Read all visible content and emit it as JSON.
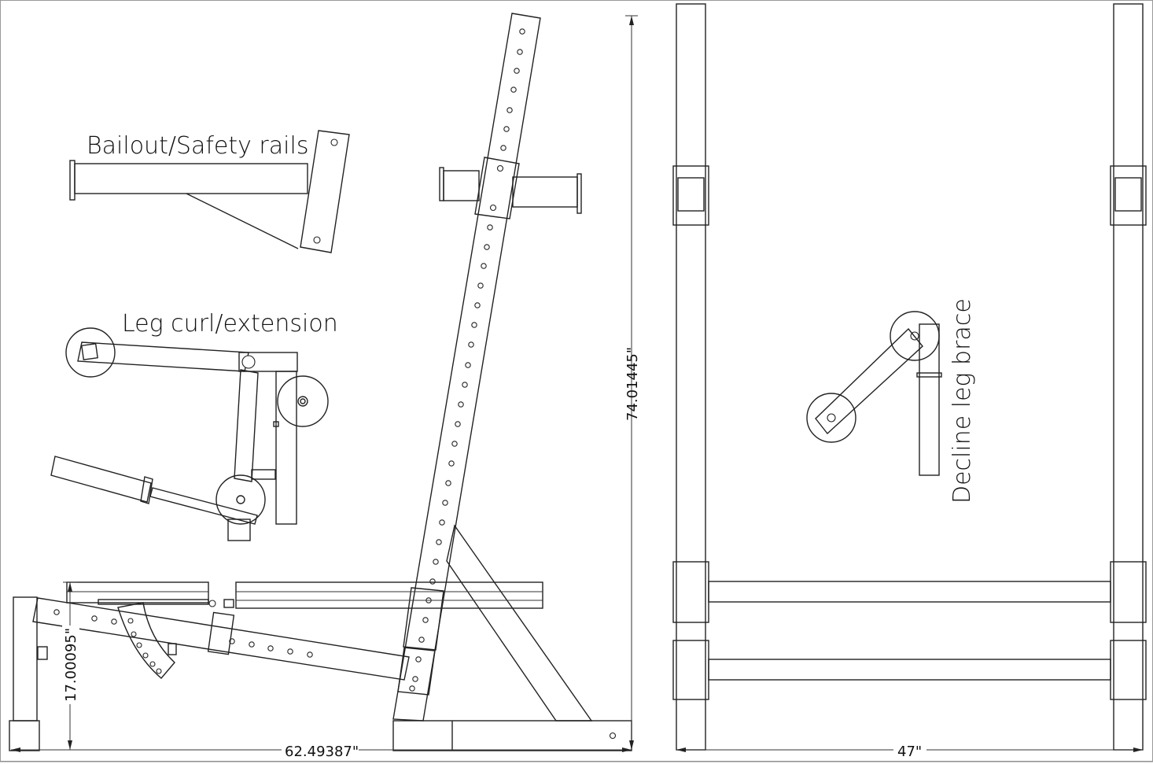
{
  "labels": {
    "bailout": "Bailout/Safety rails",
    "leg_curl": "Leg curl/extension",
    "decline": "Decline leg brace"
  },
  "dimensions": {
    "height": "74.01445\"",
    "length": "62.49387\"",
    "bench_height": "17.00095\"",
    "width": "47\""
  }
}
